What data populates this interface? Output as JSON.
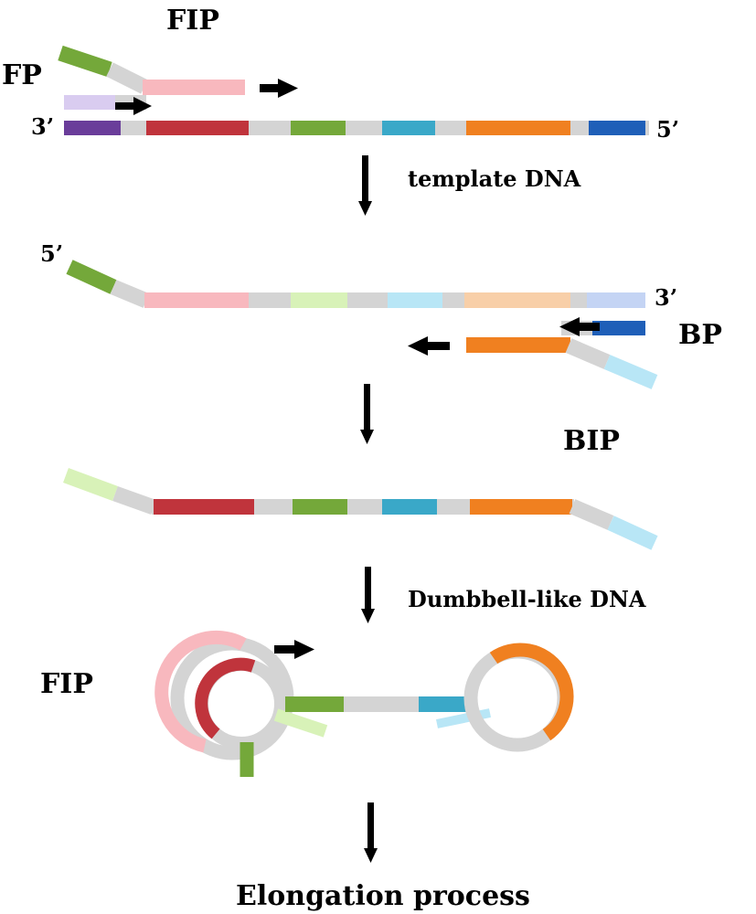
{
  "labels": {
    "fip_top": "FIP",
    "fp": "FP",
    "three_prime_top": "3’",
    "five_prime_top": "5’",
    "template_dna": "template DNA",
    "five_prime_mid": "5’",
    "three_prime_mid": "3’",
    "bp": "BP",
    "bip": "BIP",
    "dumbbell": "Dumbbell-like DNA",
    "fip_bottom": "FIP",
    "elongation": "Elongation process"
  },
  "colors": {
    "backbone": "#d4d4d4",
    "purple": "#6a3d9a",
    "light_purple": "#d9ccf0",
    "red": "#c0343c",
    "pink": "#f8b8be",
    "green": "#74a83a",
    "light_green": "#d8f2b8",
    "teal": "#3aa8c8",
    "light_blue": "#b8e6f6",
    "orange": "#f08020",
    "peach": "#f8cfa8",
    "blue": "#1f5fb8",
    "pale_blue": "#c4d4f4",
    "arrow": "#000000"
  }
}
